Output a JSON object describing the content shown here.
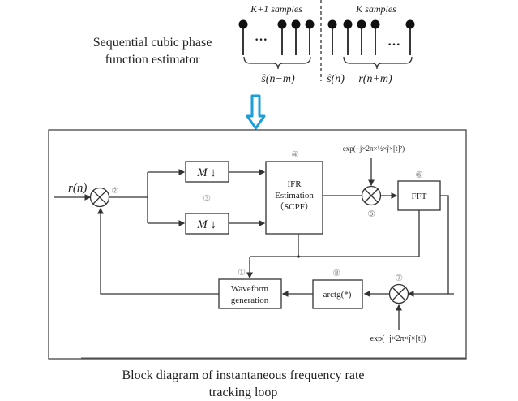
{
  "estimator": {
    "title_line1": "Sequential cubic phase",
    "title_line2": "function estimator",
    "left_group_label": "K+1  samples",
    "right_group_label": "K  samples",
    "ellipsis": "···",
    "left_brace_label": "ŝ(n−m)",
    "center_label": "ŝ(n)",
    "right_brace_label": "r(n+m)"
  },
  "arrow": {
    "color": "#1a9fd8",
    "icon": "down-arrow-icon"
  },
  "block_diagram": {
    "input_label": "r(n)",
    "mult2_num": "②",
    "downsample_label": "M ↓",
    "downsample_num": "③",
    "ifr_num": "④",
    "ifr_line1": "IFR",
    "ifr_line2": "Estimation",
    "ifr_line3": "（SCPF）",
    "mult5_num": "⑤",
    "exp_top": "exp(−j×2π×½×ĵ×[t]²)",
    "fft_num": "⑥",
    "fft_label": "FFT",
    "mult7_num": "⑦",
    "exp_bottom": "exp(−j×2π×ĵ×[t])",
    "arctg_num": "⑧",
    "arctg_label": "arctg(*)",
    "waveform_num": "①",
    "waveform_line1": "Waveform",
    "waveform_line2": "generation"
  },
  "caption": {
    "line1": "Block diagram of instantaneous  frequency rate",
    "line2": "tracking loop"
  }
}
